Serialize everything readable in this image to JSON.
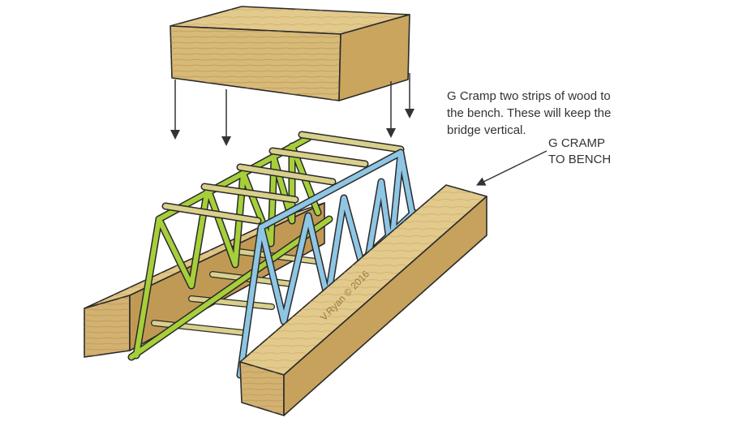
{
  "annotations": {
    "instruction": {
      "lines": [
        "G Cramp two strips of wood to",
        "the bench. These will keep the",
        "bridge vertical."
      ]
    },
    "callout": {
      "lines": [
        "G CRAMP",
        "TO BENCH"
      ]
    }
  },
  "watermark": "V.Ryan © 2016",
  "colors": {
    "wood_light": "#e2c98c",
    "wood_mid": "#cfae6a",
    "wood_dark": "#b08a48",
    "truss_left": "#a6cf3a",
    "truss_right": "#8ec6e4",
    "dowel": "#d9d08c",
    "outline": "#2a2a2a"
  }
}
